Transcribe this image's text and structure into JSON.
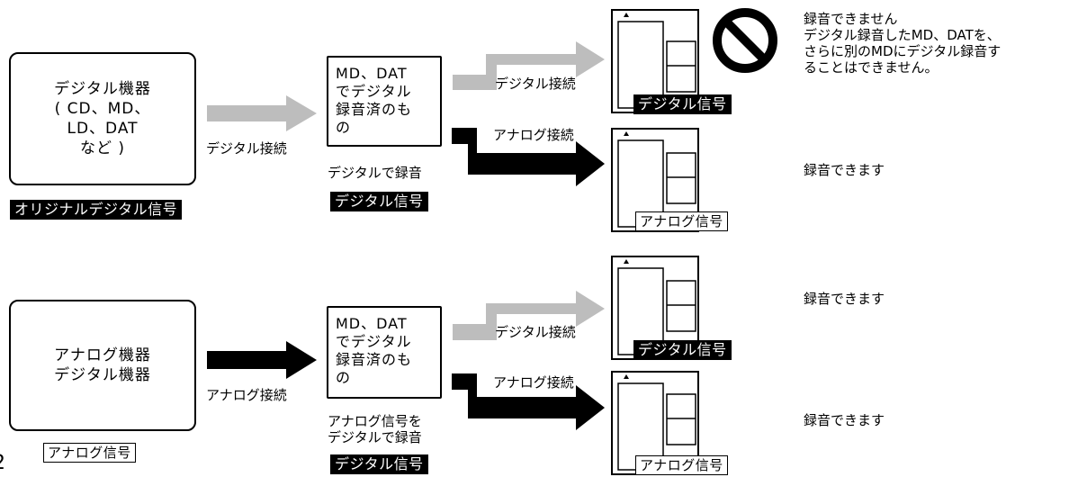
{
  "row1": {
    "source_box": "デジタル機器\n( CD、MD、\nLD、DAT\nなど )",
    "source_signal": "オリジナルデジタル信号",
    "input_connection": "デジタル接続",
    "recorded_box": "MD、DAT\nでデジタル\n録音済のも\nの",
    "recorded_caption": "デジタルで録音",
    "recorded_signal": "デジタル信号",
    "upper_connection": "デジタル接続",
    "upper_signal": "デジタル信号",
    "upper_result": "録音できません\nデジタル録音したMD、DATを、\nさらに別のMDにデジタル録音す\nることはできません。",
    "lower_connection": "アナログ接続",
    "lower_signal": "アナログ信号",
    "lower_result": "録音できます"
  },
  "row2": {
    "source_box": "アナログ機器\nデジタル機器",
    "source_signal": "アナログ信号",
    "input_connection": "アナログ接続",
    "recorded_box": "MD、DAT\nでデジタル\n録音済のも\nの",
    "recorded_caption": "アナログ信号を\nデジタルで録音",
    "recorded_signal": "デジタル信号",
    "upper_connection": "デジタル接続",
    "upper_signal": "デジタル信号",
    "upper_result": "録音できます",
    "lower_connection": "アナログ接続",
    "lower_signal": "アナログ信号",
    "lower_result": "録音できます"
  },
  "page_number": "2",
  "colors": {
    "digital_arrow": "#bdbdbd",
    "analog_arrow": "#000000",
    "prohibited": "#000000"
  },
  "icons": {
    "prohibited": "prohibition-icon",
    "recorder": "md-recorder-icon"
  }
}
